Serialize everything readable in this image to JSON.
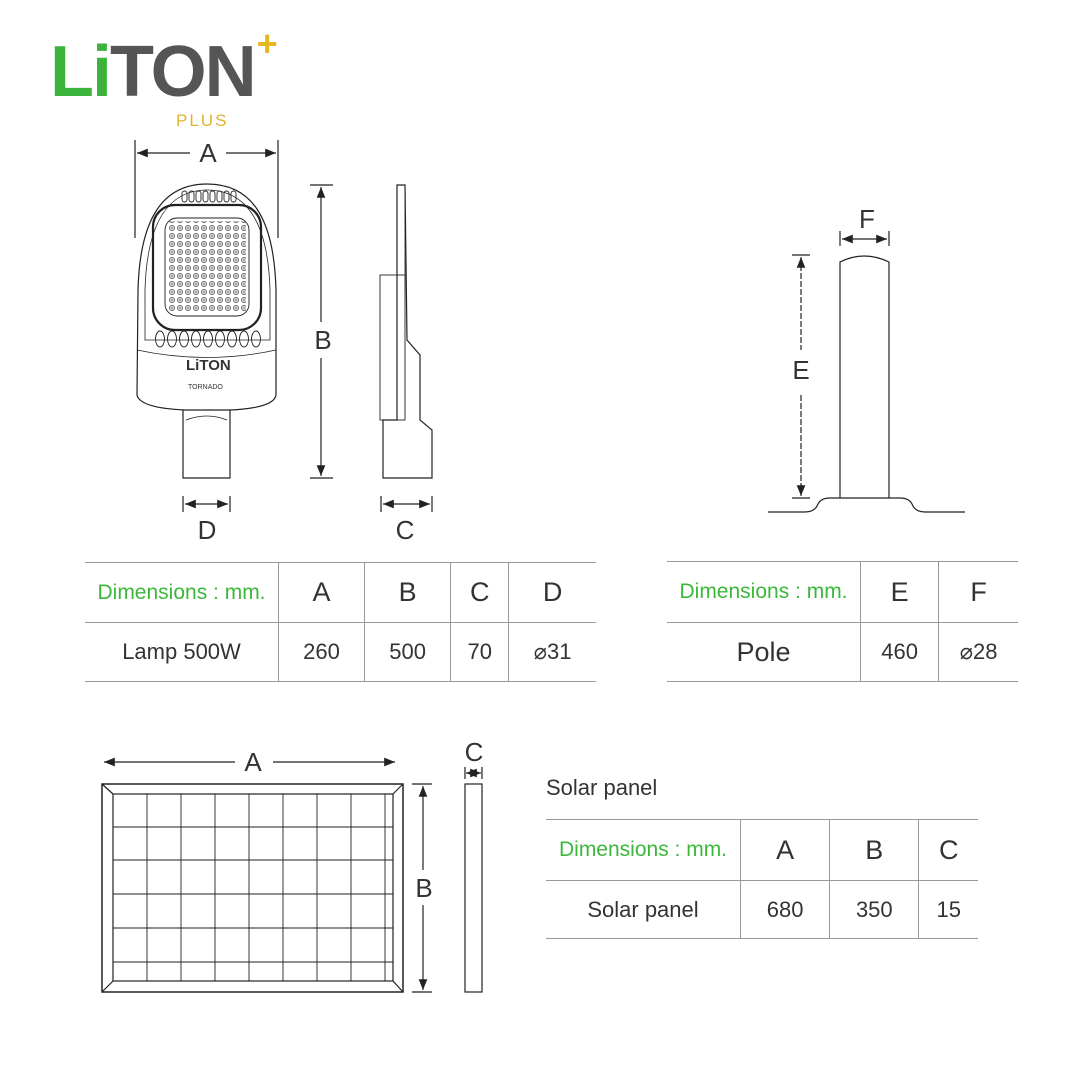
{
  "logo": {
    "brand_green": "Li",
    "brand_grey": "TON",
    "plus_mark": "+",
    "plus_text": "PLUS",
    "lamp_brand": "LiTON",
    "lamp_model": "TORNADO"
  },
  "colors": {
    "accent_green": "#3bb83a",
    "logo_gold": "#e6b820",
    "line": "#333333"
  },
  "lamp_labels": {
    "a": "A",
    "b": "B",
    "c": "C",
    "d": "D"
  },
  "pole_labels": {
    "e": "E",
    "f": "F"
  },
  "panel_labels": {
    "a": "A",
    "b": "B",
    "c": "C"
  },
  "lamp_table": {
    "header": [
      "Dimensions : mm.",
      "A",
      "B",
      "C",
      "D"
    ],
    "row": [
      "Lamp 500W",
      "260",
      "500",
      "70",
      "⌀31"
    ]
  },
  "pole_table": {
    "header": [
      "Dimensions : mm.",
      "E",
      "F"
    ],
    "row": [
      "Pole",
      "460",
      "⌀28"
    ]
  },
  "solar_title": "Solar panel",
  "solar_table": {
    "header": [
      "Dimensions : mm.",
      "A",
      "B",
      "C"
    ],
    "row": [
      "Solar panel",
      "680",
      "350",
      "15"
    ]
  }
}
